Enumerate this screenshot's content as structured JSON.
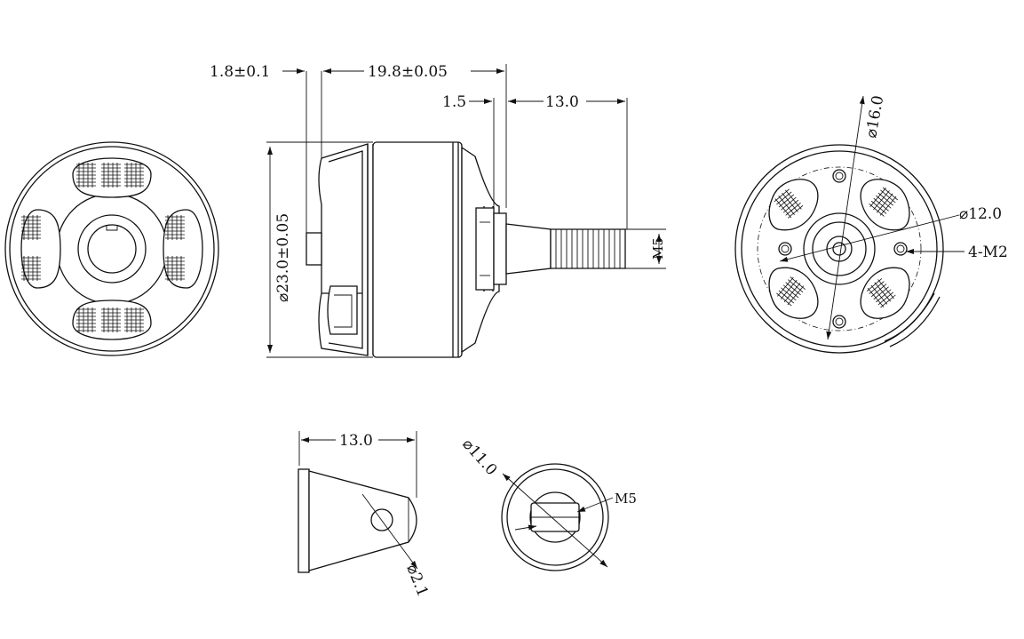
{
  "dimensions": {
    "bearing_thickness": "1.8±0.1",
    "overall_length": "19.8±0.05",
    "shoulder": "1.5",
    "shaft_length": "13.0",
    "diameter": "⌀23.0±0.05",
    "shaft_thread": "M5",
    "mount_circle": "⌀16.0",
    "center_circle": "⌀12.0",
    "mount_holes": "4-M2",
    "nut_length": "13.0",
    "nut_diameter": "⌀11.0",
    "nut_thread": "M5",
    "nut_hole": "⌀2.1"
  }
}
